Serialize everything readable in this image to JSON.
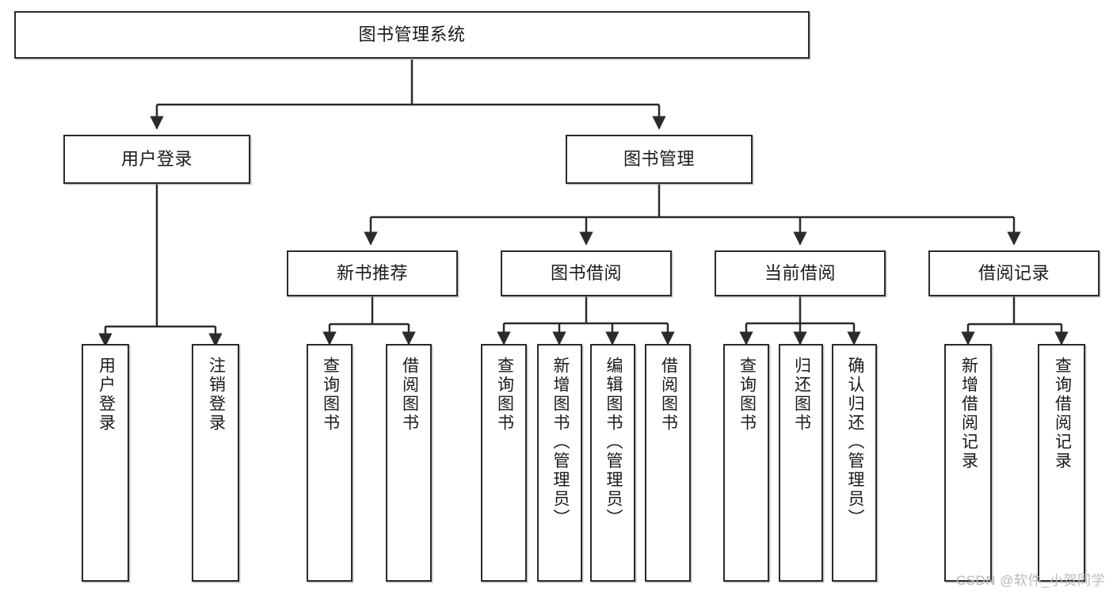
{
  "diagram": {
    "type": "tree-hierarchy-diagram",
    "title": "图书管理系统",
    "watermark": "CSDN @软件_小贺同学",
    "colors": {
      "box_border": "#2b2b2b",
      "box_fill": "#ffffff",
      "connector": "#2b2b2b",
      "text": "#1a1a1a",
      "watermark": "#b9b9b9"
    },
    "levels": {
      "root": {
        "label": "图书管理系统"
      },
      "level2": [
        {
          "label": "用户登录"
        },
        {
          "label": "图书管理"
        }
      ],
      "level3": [
        {
          "label": "新书推荐"
        },
        {
          "label": "图书借阅"
        },
        {
          "label": "当前借阅"
        },
        {
          "label": "借阅记录"
        }
      ],
      "leaves": {
        "user_login": [
          {
            "label": "用户登录"
          },
          {
            "label": "注销登录"
          }
        ],
        "new_book_recommend": [
          {
            "label": "查询图书"
          },
          {
            "label": "借阅图书"
          }
        ],
        "book_borrow": [
          {
            "label": "查询图书"
          },
          {
            "label": "新增图书（管理员）"
          },
          {
            "label": "编辑图书（管理员）"
          },
          {
            "label": "借阅图书"
          }
        ],
        "current_borrow": [
          {
            "label": "查询图书"
          },
          {
            "label": "归还图书"
          },
          {
            "label": "确认归还（管理员）"
          }
        ],
        "borrow_record": [
          {
            "label": "新增借阅记录"
          },
          {
            "label": "查询借阅记录"
          }
        ]
      }
    }
  }
}
